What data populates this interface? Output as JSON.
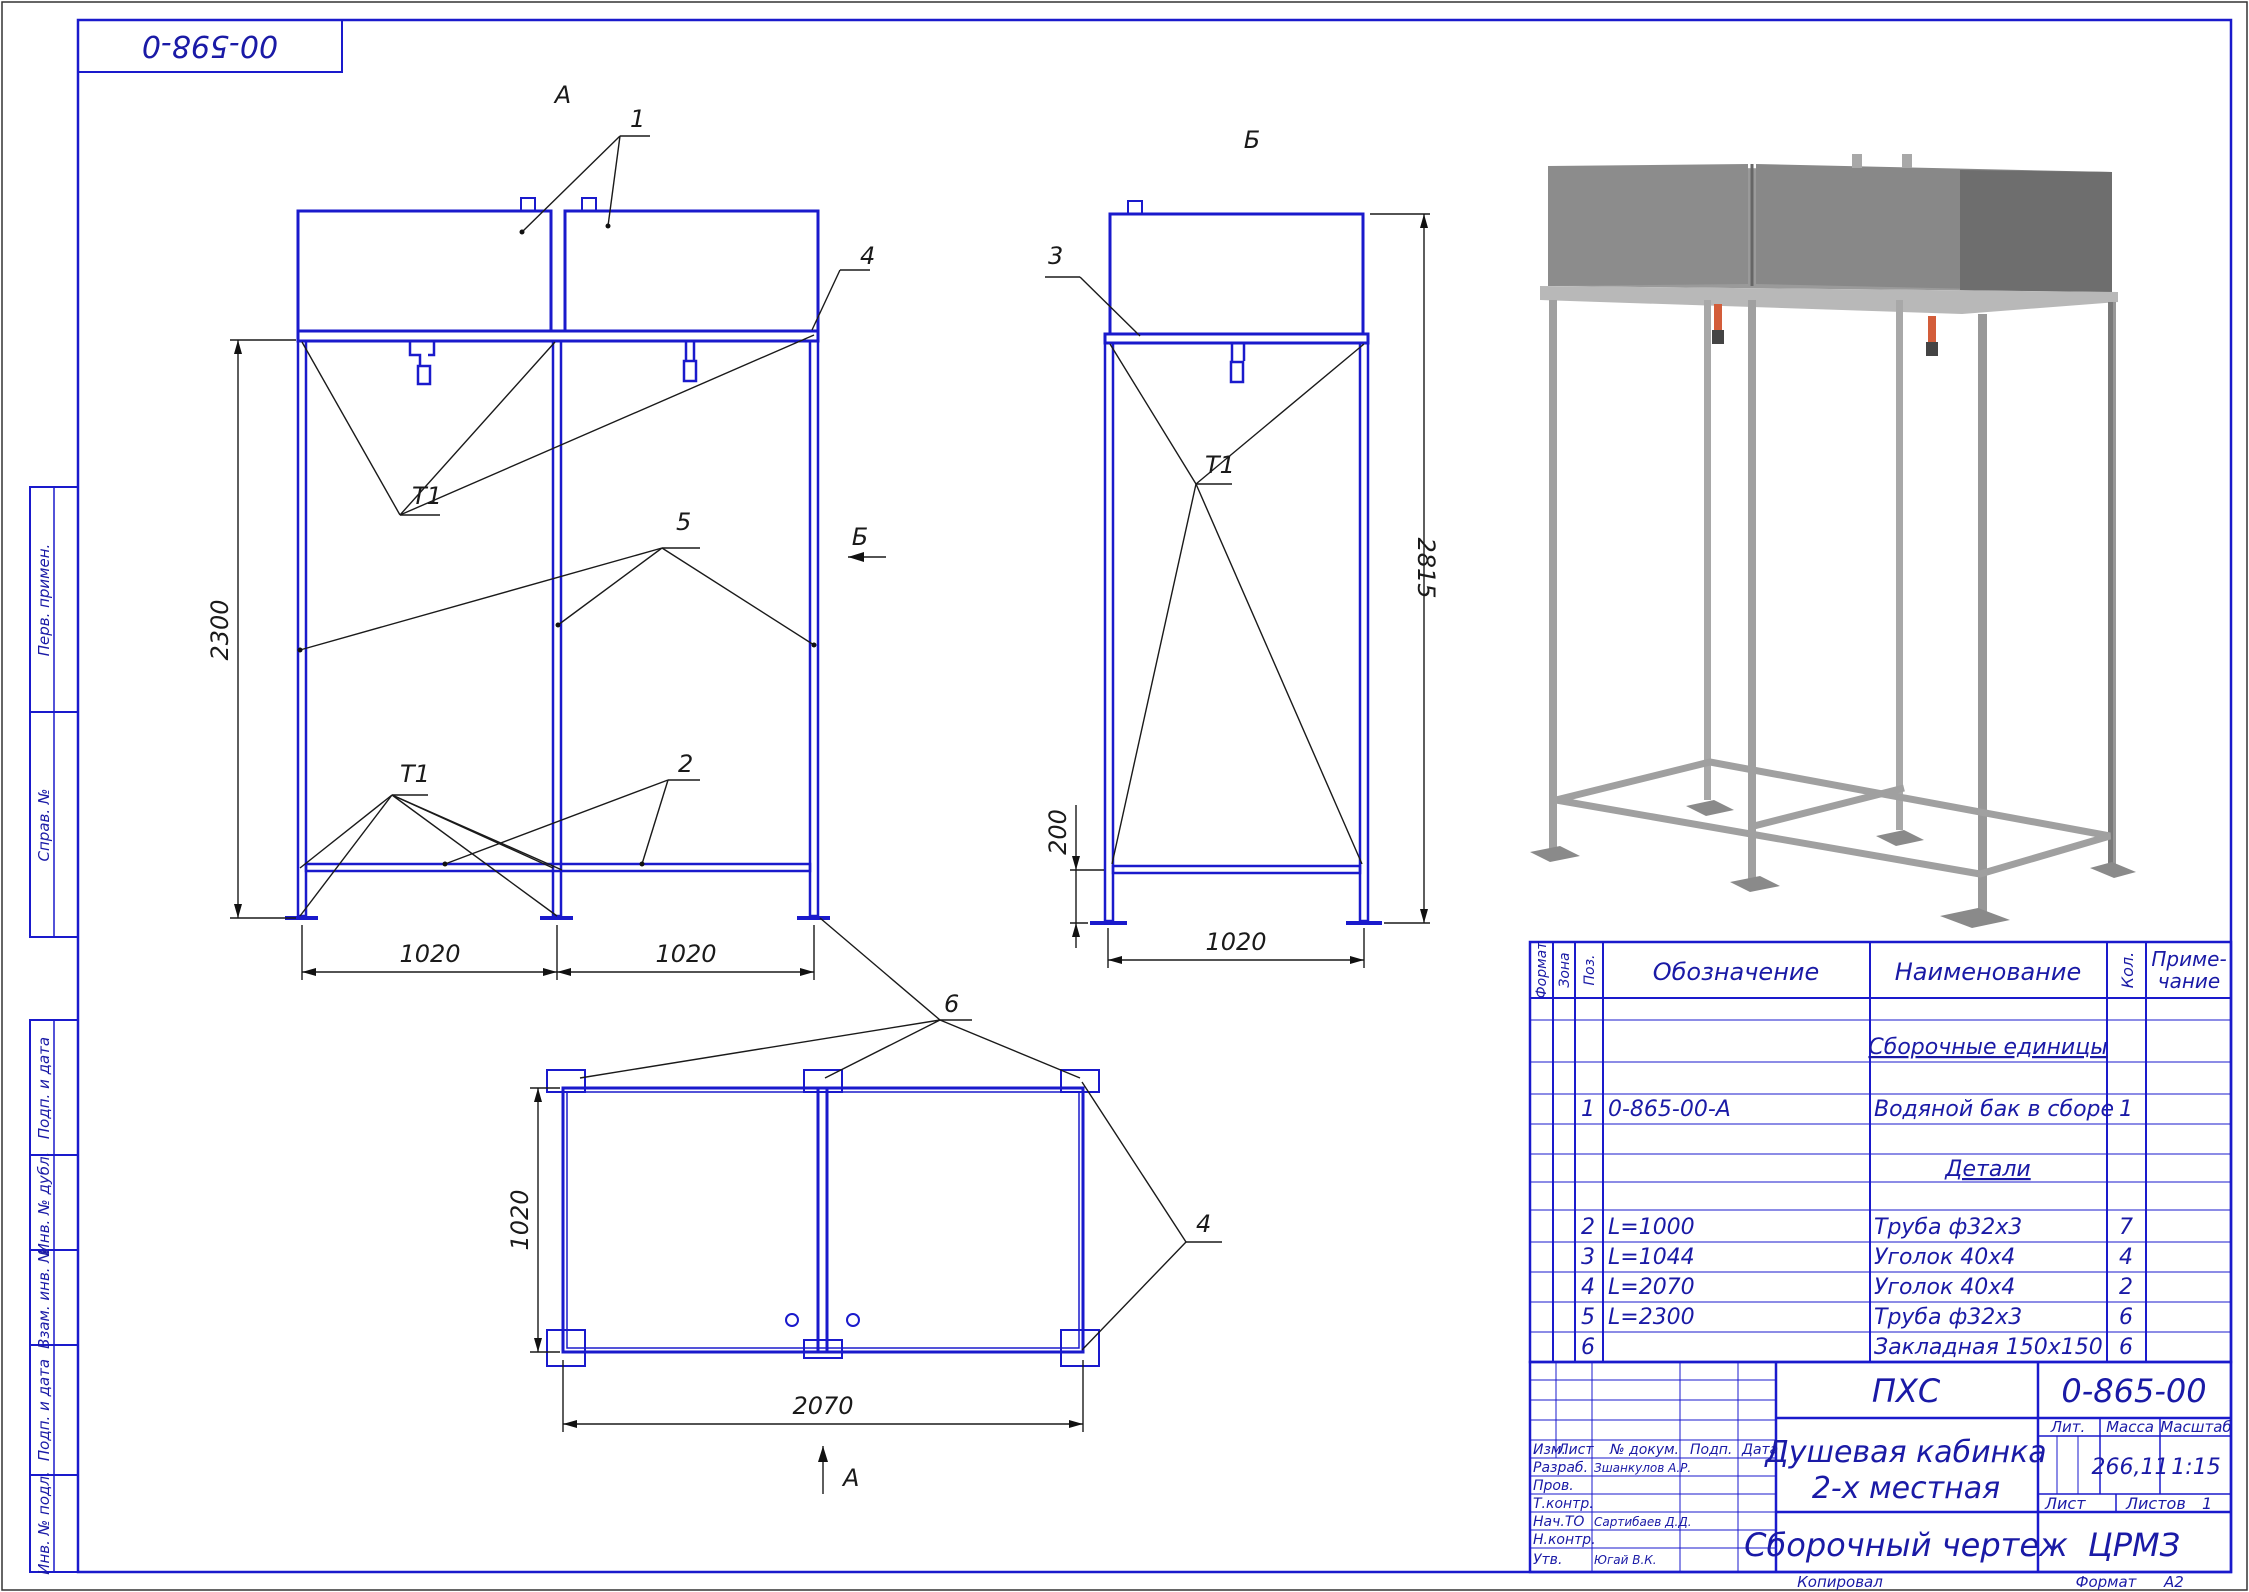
{
  "doc_code_corner": "00-598-0",
  "view_labels": {
    "front": "А",
    "side": "Б",
    "arrow_a": "А",
    "arrow_b": "Б"
  },
  "callouts": {
    "c1": "1",
    "c2": "2",
    "c3": "3",
    "c4a": "4",
    "c4b": "4",
    "c5": "5",
    "c6": "6",
    "t1_front_top": "Т1",
    "t1_front_bottom": "Т1",
    "t1_side": "Т1"
  },
  "dimensions": {
    "front_height": "2300",
    "front_w_left": "1020",
    "front_w_right": "1020",
    "side_height": "2815",
    "side_low": "200",
    "side_width": "1020",
    "plan_depth": "1020",
    "plan_width": "2070"
  },
  "side_margin_labels": [
    "Перв. примен.",
    "Справ. №",
    "Подп. и дата",
    "Инв. № дубл.",
    "Взам. инв. №",
    "Подп. и дата",
    "Инв. № подл."
  ],
  "spec_table": {
    "headers": {
      "format": "Формат",
      "zone": "Зона",
      "pos": "Поз.",
      "designation": "Обозначение",
      "name": "Наименование",
      "qty": "Кол.",
      "note_1": "Приме-",
      "note_2": "чание"
    },
    "section_assembly": "Сборочные единицы",
    "section_parts": "Детали",
    "rows": [
      {
        "pos": "1",
        "designation": "0-865-00-А",
        "name": "Водяной бак в сборе",
        "qty": "1"
      },
      {
        "pos": "2",
        "designation": "L=1000",
        "name": "Труба ф32х3",
        "qty": "7"
      },
      {
        "pos": "3",
        "designation": "L=1044",
        "name": "Уголок 40х4",
        "qty": "4"
      },
      {
        "pos": "4",
        "designation": "L=2070",
        "name": "Уголок 40х4",
        "qty": "2"
      },
      {
        "pos": "5",
        "designation": "L=2300",
        "name": "Труба ф32х3",
        "qty": "6"
      },
      {
        "pos": "6",
        "designation": "",
        "name": "Закладная 150х150",
        "qty": "6"
      }
    ]
  },
  "title_block": {
    "org": "ПХС",
    "code": "0-865-00",
    "title_line1": "Душевая кабинка",
    "title_line2": "2-х местная",
    "doc_type": "Сборочный чертеж",
    "company": "ЦРМЗ",
    "col_izm": "Изм.",
    "col_list": "Лист",
    "col_docnum": "№ докум.",
    "col_sign": "Подп.",
    "col_date": "Дата",
    "roles": [
      {
        "role": "Разраб.",
        "name": "Зшанкулов А.Р."
      },
      {
        "role": "Пров.",
        "name": ""
      },
      {
        "role": "Т.контр.",
        "name": ""
      },
      {
        "role": "Нач.ТО",
        "name": "Сартибаев Д.Д."
      },
      {
        "role": "Н.контр.",
        "name": ""
      },
      {
        "role": "Утв.",
        "name": "Югай В.К."
      }
    ],
    "lit_label": "Лит.",
    "mass_label": "Масса",
    "scale_label": "Масштаб",
    "mass": "266,11",
    "scale": "1:15",
    "sheet_label": "Лист",
    "sheets_label": "Листов",
    "sheets": "1",
    "copied": "Копировал",
    "format_label": "Формат",
    "format": "А2"
  },
  "colors": {
    "line": "#1a1acc",
    "text": "#1a1aa6",
    "render_metal": "#8a8a8a"
  }
}
